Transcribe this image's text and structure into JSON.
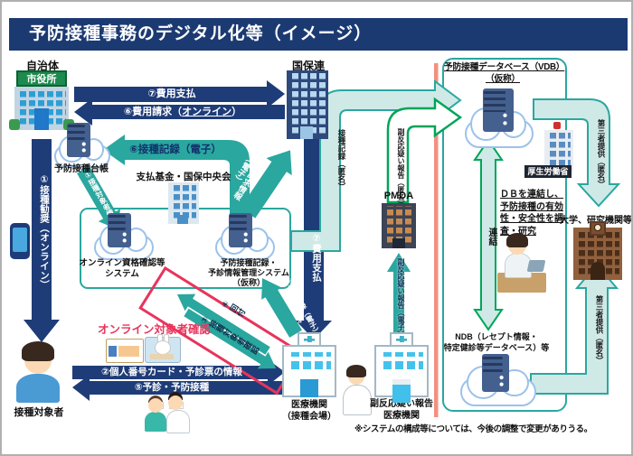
{
  "title": "予防接種事務のデジタル化等（イメージ）",
  "note": "※システムの構成等については、今後の調整で変更がありうる。",
  "entities": {
    "jichitai": "自治体",
    "shiyakusho": "市役所",
    "kokuhoren": "国保連",
    "daichou": "予防接種台帳",
    "kikin": "支払基金・国保中央会",
    "online_sys_l1": "オンライン資格確認等",
    "online_sys_l2": "システム",
    "kiroku_sys_l1": "予防接種記録・",
    "kiroku_sys_l2": "予診情報管理システム",
    "kiroku_sys_l3": "（仮称）",
    "vdb_l1": "予防接種データベース（VDB）",
    "vdb_l2": "（仮称）",
    "mhlw": "厚生労働省",
    "pmda": "PMDA",
    "ndb_l1": "NDB（レセプト情報・",
    "ndb_l2": "特定健診等データベース）等",
    "univ": "大学、研究機関等",
    "hosp1_l1": "医療機関",
    "hosp1_l2": "（接種会場）",
    "hosp2_l1": "副反応疑い報告",
    "hosp2_l2": "医療機関",
    "taishousha": "接種対象者"
  },
  "flows": {
    "f7_pay_top": "⑦費用支払",
    "f6_billing_pre": "⑥費用請求（",
    "f6_billing_online": "オンライン",
    "f6_billing_post": "）",
    "f6_record": "⑥接種記録（電子）",
    "f1_kanshou": "①接種勧奨（オンライン）",
    "f1_taishousha": "①接種対象者情報",
    "f6_billing_info_l1": "⑥費用請求情報",
    "f6_billing_info_l2": "（電子）",
    "f7_pay_vert": "⑦費用支払",
    "f2_card": "②個人番号カード・予診票の情報",
    "f5_yoshin": "⑤予診・予防接種",
    "f4_kaifu": "④回付",
    "f3_kakunin": "③接種対象者確認",
    "online_check": "オンライン対象者確認",
    "f6_kane_l1": "⑥接種記録（電子）",
    "f6_kane_l2": "兼費用請求",
    "adr_denshi": "副反応疑い報告（電子）",
    "kiroku_tokumei": "接種記録（匿名）",
    "adr_tokumei": "副反応疑い報告（匿名）",
    "renketsu": "連結",
    "daisansha_top": "第三者提供（匿名）",
    "daisansha_bottom": "第三者提供（匿名）",
    "db_note_l1": "ＤＢを連結し、",
    "db_note_l2": "予防接種の有効",
    "db_note_l3": "性・安全性を調",
    "db_note_l4": "査・研究"
  },
  "colors": {
    "navy": "#1e3c78",
    "teal": "#2aa79f",
    "light_teal": "#cfe9e7",
    "green": "#00a55a",
    "salmon": "#f2907e",
    "red": "#e8345c"
  }
}
